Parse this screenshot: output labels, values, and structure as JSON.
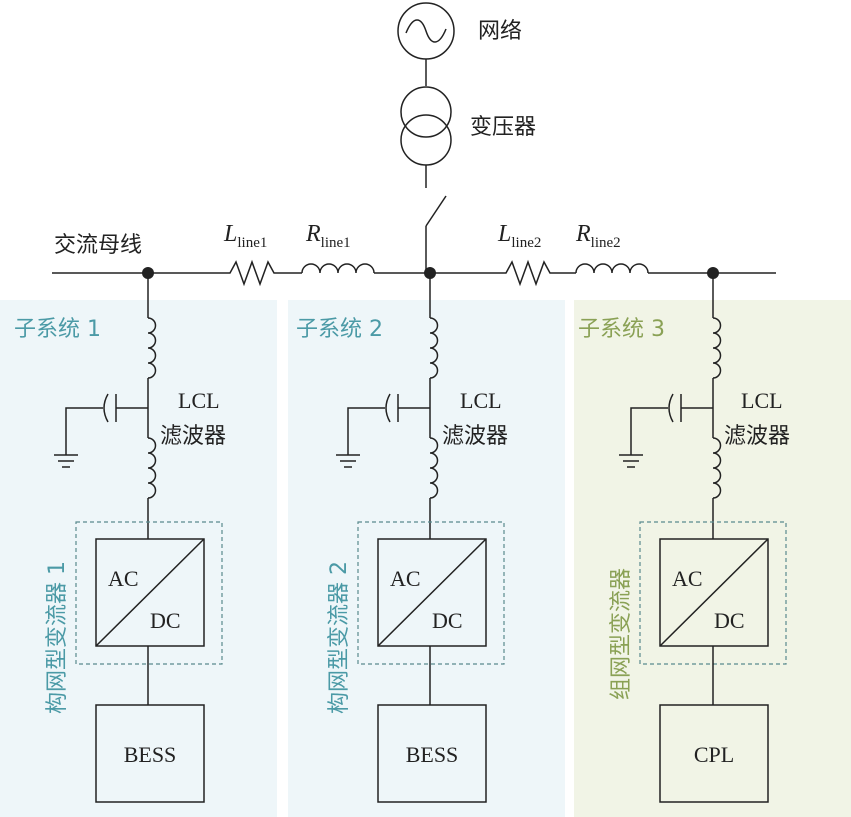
{
  "grid": {
    "source_label": "网络",
    "transformer_label": "变压器",
    "bus_label": "交流母线"
  },
  "line1": {
    "L_main": "L",
    "L_sub": "line1",
    "R_main": "R",
    "R_sub": "line1"
  },
  "line2": {
    "L_main": "L",
    "L_sub": "line2",
    "R_main": "R",
    "R_sub": "line2"
  },
  "subsystems": [
    {
      "title": "子系统 1",
      "filter_line1": "LCL",
      "filter_line2": "滤波器",
      "converter_label": "构网型变流器 1",
      "ac_label": "AC",
      "dc_label": "DC",
      "load_label": "BESS"
    },
    {
      "title": "子系统 2",
      "filter_line1": "LCL",
      "filter_line2": "滤波器",
      "converter_label": "构网型变流器 2",
      "ac_label": "AC",
      "dc_label": "DC",
      "load_label": "BESS"
    },
    {
      "title": "子系统 3",
      "filter_line1": "LCL",
      "filter_line2": "滤波器",
      "converter_label": "组网型变流器",
      "ac_label": "AC",
      "dc_label": "DC",
      "load_label": "CPL"
    }
  ],
  "colors": {
    "panel_blue": "#eef6f9",
    "panel_green": "#f1f4e6",
    "label_teal": "#4b9aa6",
    "label_green": "#8aa155",
    "line": "#222222"
  }
}
